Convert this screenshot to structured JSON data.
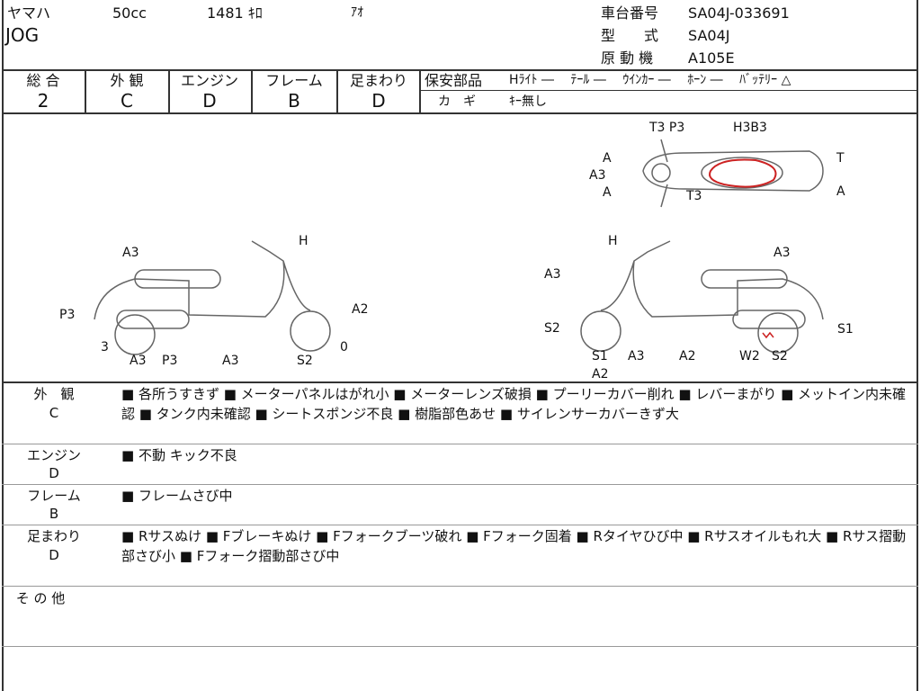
{
  "header": {
    "maker": "ヤマハ",
    "displacement": "50cc",
    "mileage": "1481 ｷﾛ",
    "color": "ｱｵ",
    "model": "JOG",
    "frame_no_label": "車台番号",
    "frame_no": "SA04J-033691",
    "type_label": "型　　式",
    "type": "SA04J",
    "engine_label": "原 動 機",
    "engine": "A105E"
  },
  "grades": [
    {
      "label": "総 合",
      "value": "2"
    },
    {
      "label": "外 観",
      "value": "C"
    },
    {
      "label": "エンジン",
      "value": "D"
    },
    {
      "label": "フレーム",
      "value": "B"
    },
    {
      "label": "足まわり",
      "value": "D"
    }
  ],
  "safety": {
    "label": "保安部品",
    "items": "Hﾗｲﾄ ―　 ﾃｰﾙ ―　 ｳｲﾝｶｰ ―　 ﾎｰﾝ ―　 ﾊﾞｯﾃﾘｰ △",
    "key_label": "カ　ギ",
    "key": "ｷｰ無し"
  },
  "diagram": {
    "top": [
      "T3 P3",
      "H3B3",
      "A",
      "T",
      "A3",
      "A",
      "T3",
      "A"
    ],
    "left": [
      "A3",
      "H",
      "P3",
      "A2",
      "3",
      "0",
      "A3",
      "P3",
      "A3",
      "S2"
    ],
    "right": [
      "H",
      "A3",
      "A3",
      "S2",
      "S1",
      "S1",
      "A2",
      "A3",
      "A2",
      "W2",
      "S2"
    ],
    "mark_color": "#cc2222"
  },
  "notes": [
    {
      "cat": "外　観",
      "grade": "C",
      "text": "■ 各所うすきず ■ メーターパネルはがれ小 ■ メーターレンズ破損 ■ プーリーカバー削れ ■ レバーまがり ■ メットイン内未確認 ■ タンク内未確認 ■ シートスポンジ不良 ■ 樹脂部色あせ ■ サイレンサーカバーきず大"
    },
    {
      "cat": "エンジン",
      "grade": "D",
      "text": "■ 不動 キック不良"
    },
    {
      "cat": "フレーム",
      "grade": "B",
      "text": "■ フレームさび中"
    },
    {
      "cat": "足まわり",
      "grade": "D",
      "text": "■ Rサスぬけ ■ Fブレーキぬけ ■ Fフォークブーツ破れ ■ Fフォーク固着 ■ Rタイヤひび中 ■ Rサスオイルもれ大 ■ Rサス摺動部さび小 ■ Fフォーク摺動部さび中"
    },
    {
      "cat": "そ の 他",
      "grade": "",
      "text": ""
    }
  ]
}
